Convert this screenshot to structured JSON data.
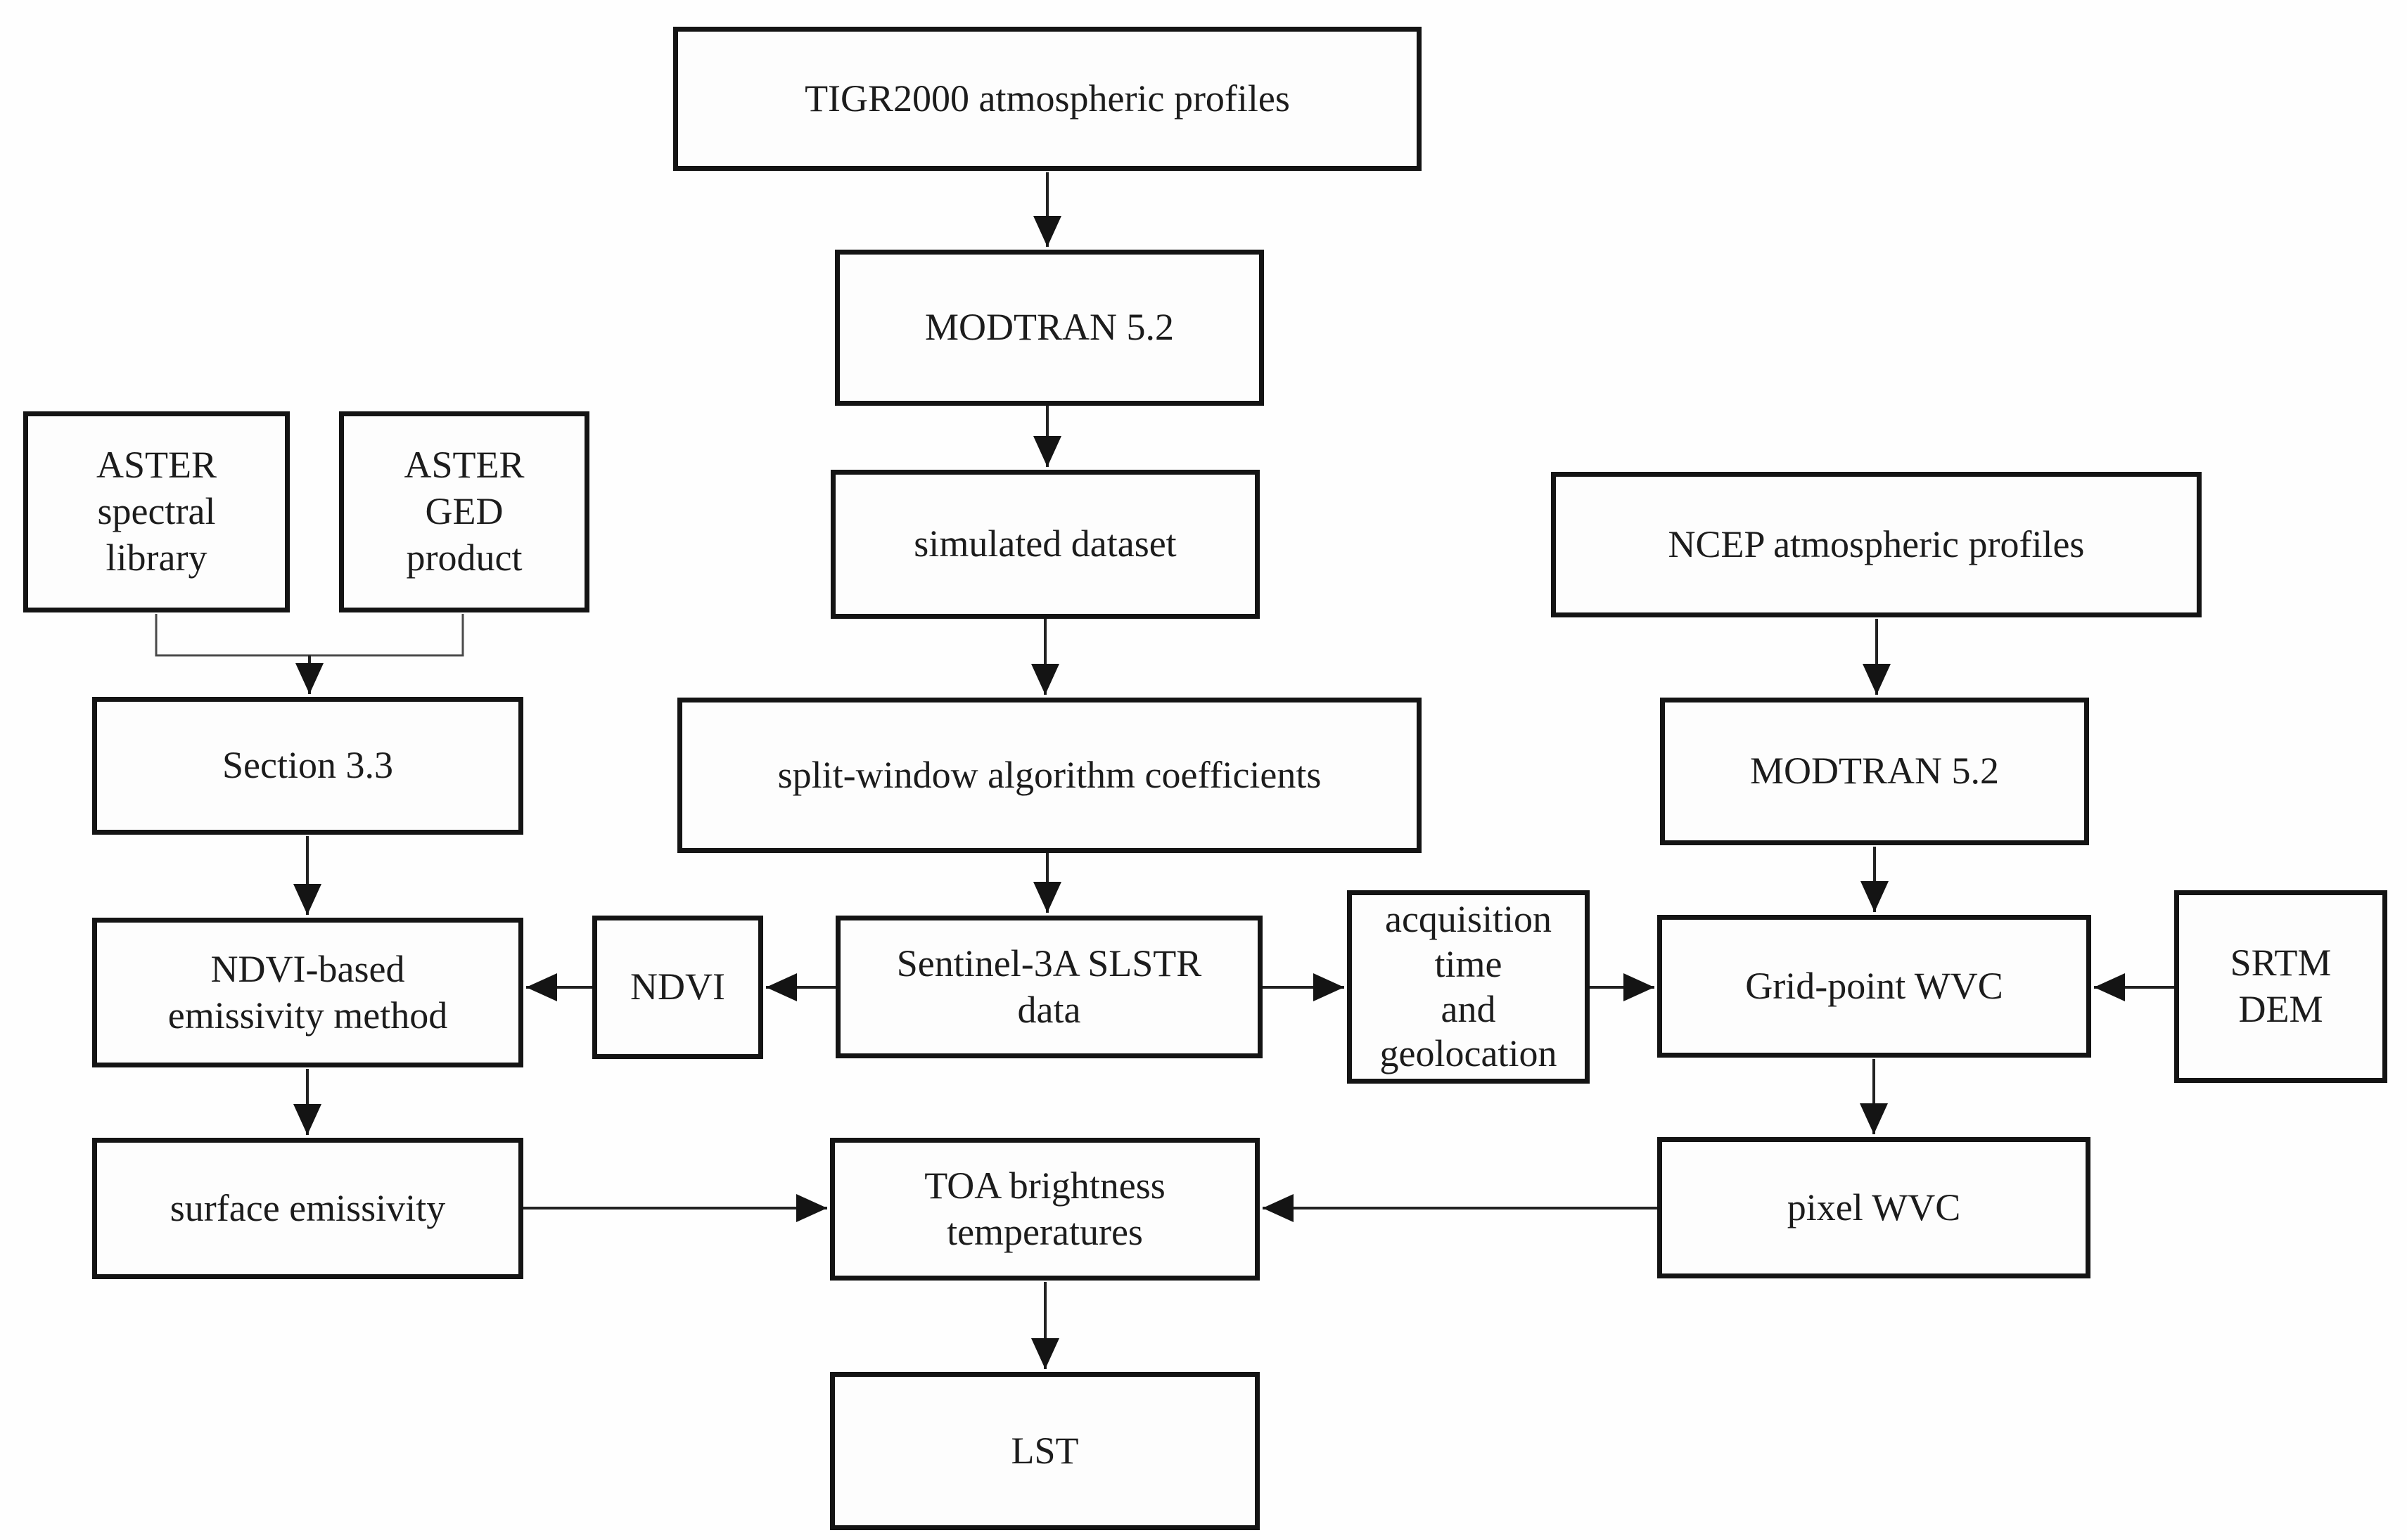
{
  "diagram": {
    "type": "flowchart",
    "background_color": "#fefefe",
    "box_border_color": "#141414",
    "line_color": "#222222",
    "text_color": "#1c1c1c",
    "nodes": {
      "tigr2000": {
        "label": "TIGR2000 atmospheric profiles"
      },
      "modtran_sim": {
        "label": "MODTRAN 5.2"
      },
      "simulated_dataset": {
        "label": "simulated dataset"
      },
      "split_window": {
        "label": "split-window algorithm coefficients"
      },
      "sentinel_slstr": {
        "label": "Sentinel-3A SLSTR\ndata"
      },
      "ndvi": {
        "label": "NDVI"
      },
      "aster_spectral_library": {
        "label": "ASTER\nspectral\nlibrary"
      },
      "aster_ged_product": {
        "label": "ASTER\nGED\nproduct"
      },
      "section_3_3": {
        "label": "Section 3.3"
      },
      "ndvi_emissivity_method": {
        "label": "NDVI-based\nemissivity method"
      },
      "surface_emissivity": {
        "label": "surface emissivity"
      },
      "toa_brightness": {
        "label": "TOA brightness\ntemperatures"
      },
      "lst": {
        "label": "LST"
      },
      "ncep": {
        "label": "NCEP atmospheric profiles"
      },
      "modtran_wvc": {
        "label": "MODTRAN 5.2"
      },
      "grid_point_wvc": {
        "label": "Grid-point WVC"
      },
      "srtm_dem": {
        "label": "SRTM\nDEM"
      },
      "acquisition": {
        "label": "acquisition\ntime\nand\ngeolocation"
      },
      "pixel_wvc": {
        "label": "pixel WVC"
      }
    },
    "edges": [
      {
        "from": "tigr2000",
        "to": "modtran_sim"
      },
      {
        "from": "modtran_sim",
        "to": "simulated_dataset"
      },
      {
        "from": "simulated_dataset",
        "to": "split_window"
      },
      {
        "from": "split_window",
        "to": "sentinel_slstr"
      },
      {
        "from": "sentinel_slstr",
        "to": "ndvi"
      },
      {
        "from": "ndvi",
        "to": "ndvi_emissivity_method"
      },
      {
        "from": "aster_spectral_library",
        "to": "section_3_3"
      },
      {
        "from": "aster_ged_product",
        "to": "section_3_3"
      },
      {
        "from": "section_3_3",
        "to": "ndvi_emissivity_method"
      },
      {
        "from": "ndvi_emissivity_method",
        "to": "surface_emissivity"
      },
      {
        "from": "surface_emissivity",
        "to": "toa_brightness"
      },
      {
        "from": "sentinel_slstr",
        "to": "acquisition"
      },
      {
        "from": "acquisition",
        "to": "grid_point_wvc"
      },
      {
        "from": "srtm_dem",
        "to": "grid_point_wvc"
      },
      {
        "from": "ncep",
        "to": "modtran_wvc"
      },
      {
        "from": "modtran_wvc",
        "to": "grid_point_wvc"
      },
      {
        "from": "grid_point_wvc",
        "to": "pixel_wvc"
      },
      {
        "from": "pixel_wvc",
        "to": "toa_brightness"
      },
      {
        "from": "toa_brightness",
        "to": "lst"
      }
    ]
  }
}
